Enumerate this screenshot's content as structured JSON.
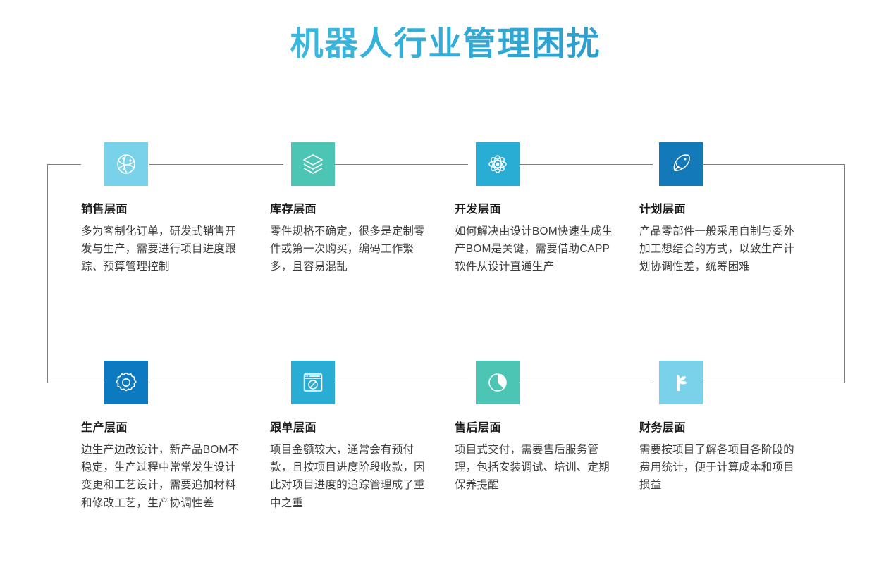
{
  "page": {
    "title": "机器人行业管理困扰",
    "title_gradient_from": "#4EC8E4",
    "title_gradient_to": "#1C80BC",
    "line_color": "#7d7d7d",
    "background": "#ffffff"
  },
  "cards": [
    {
      "id": "sales",
      "icon": "globe-network-icon",
      "color": "#79D2EA",
      "heading": "销售层面",
      "body": "多为客制化订单，研发式销售开发与生产，需要进行项目进度跟踪、预算管理控制"
    },
    {
      "id": "inventory",
      "icon": "layers-stack-icon",
      "color": "#4CC5B5",
      "heading": "库存层面",
      "body": "零件规格不确定，很多是定制零件或第一次购买，编码工作繁多，且容易混乱"
    },
    {
      "id": "development",
      "icon": "atom-icon",
      "color": "#29ADD4",
      "heading": "开发层面",
      "body": "如何解决由设计BOM快速生成生产BOM是关键，需要借助CAPP软件从设计直通生产"
    },
    {
      "id": "planning",
      "icon": "rocket-icon",
      "color": "#1379B8",
      "heading": "计划层面",
      "body": "产品零部件一般采用自制与委外加工想结合的方式，以致生产计划协调性差，统筹困难"
    },
    {
      "id": "production",
      "icon": "gear-icon",
      "color": "#0B7AC0",
      "heading": "生产层面",
      "body": "边生产边改设计，新产品BOM不稳定，生产过程中常常发生设计变更和工艺设计，需要追加材料和修改工艺，生产协调性差"
    },
    {
      "id": "order-tracking",
      "icon": "browser-compass-icon",
      "color": "#29ADD4",
      "heading": "跟单层面",
      "body": "项目金额较大，通常会有预付款，且按项目进度阶段收款，因此对项目进度的追踪管理成了重中之重"
    },
    {
      "id": "after-sales",
      "icon": "pie-chart-icon",
      "color": "#4CC5B5",
      "heading": "售后层面",
      "body": "项目式交付，需要售后服务管理，包括安装调试、培训、定期保养提醒"
    },
    {
      "id": "finance",
      "icon": "feather-icon",
      "color": "#79D2EA",
      "heading": "财务层面",
      "body": "需要按项目了解各项目各阶段的费用统计，便于计算成本和项目损益"
    }
  ]
}
